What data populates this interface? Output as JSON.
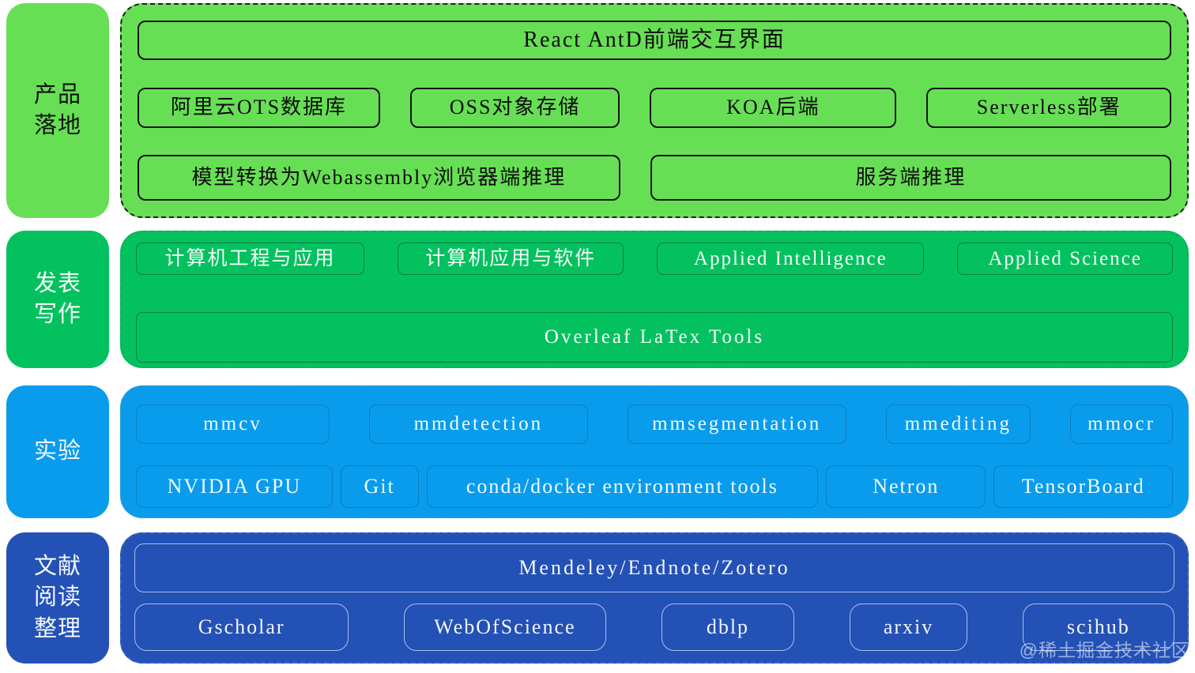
{
  "watermark": "@稀土掘金技术社区",
  "colors": {
    "layer1_bg": "#67df55",
    "layer2_bg": "#04c15f",
    "layer3_bg": "#099cec",
    "layer4_bg": "#2351b5"
  },
  "rows": [
    {
      "sidebar": "产品\n落地",
      "full": "React AntD前端交互界面",
      "mid": [
        "阿里云OTS数据库",
        "OSS对象存储",
        "KOA后端",
        "Serverless部署"
      ],
      "bottom": [
        "模型转换为Webassembly浏览器端推理",
        "服务端推理"
      ]
    },
    {
      "sidebar": "发表\n写作",
      "top": [
        "计算机工程与应用",
        "计算机应用与软件",
        "Applied Intelligence",
        "Applied Science"
      ],
      "full": "Overleaf LaTex Tools"
    },
    {
      "sidebar": "实验",
      "top": [
        "mmcv",
        "mmdetection",
        "mmsegmentation",
        "mmediting",
        "mmocr"
      ],
      "bottom": [
        "NVIDIA GPU",
        "Git",
        "conda/docker environment tools",
        "Netron",
        "TensorBoard"
      ]
    },
    {
      "sidebar": "文献\n阅读\n整理",
      "full": "Mendeley/Endnote/Zotero",
      "bottom": [
        "Gscholar",
        "WebOfScience",
        "dblp",
        "arxiv",
        "scihub"
      ]
    }
  ]
}
